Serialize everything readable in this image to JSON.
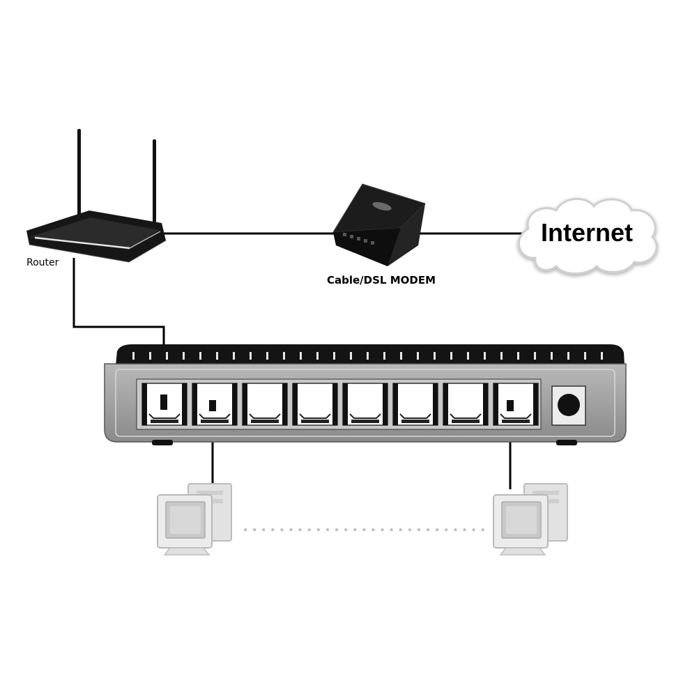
{
  "devices": {
    "router": {
      "label": "Router",
      "icon": "wireless-router-icon"
    },
    "modem": {
      "label": "Cable/DSL MODEM",
      "icon": "modem-icon"
    },
    "internet": {
      "label": "Internet",
      "icon": "cloud-icon"
    },
    "switch": {
      "icon": "network-switch-icon",
      "port_count": 8
    },
    "computers": {
      "icon": "desktop-computer-icon",
      "count_shown": 2
    }
  },
  "colors": {
    "cable": "#000000",
    "switch_body": "#9a9a9a",
    "switch_top": "#1a1a1a",
    "computer": "#c8c8c8",
    "cloud_edge": "#cfcfcf"
  }
}
